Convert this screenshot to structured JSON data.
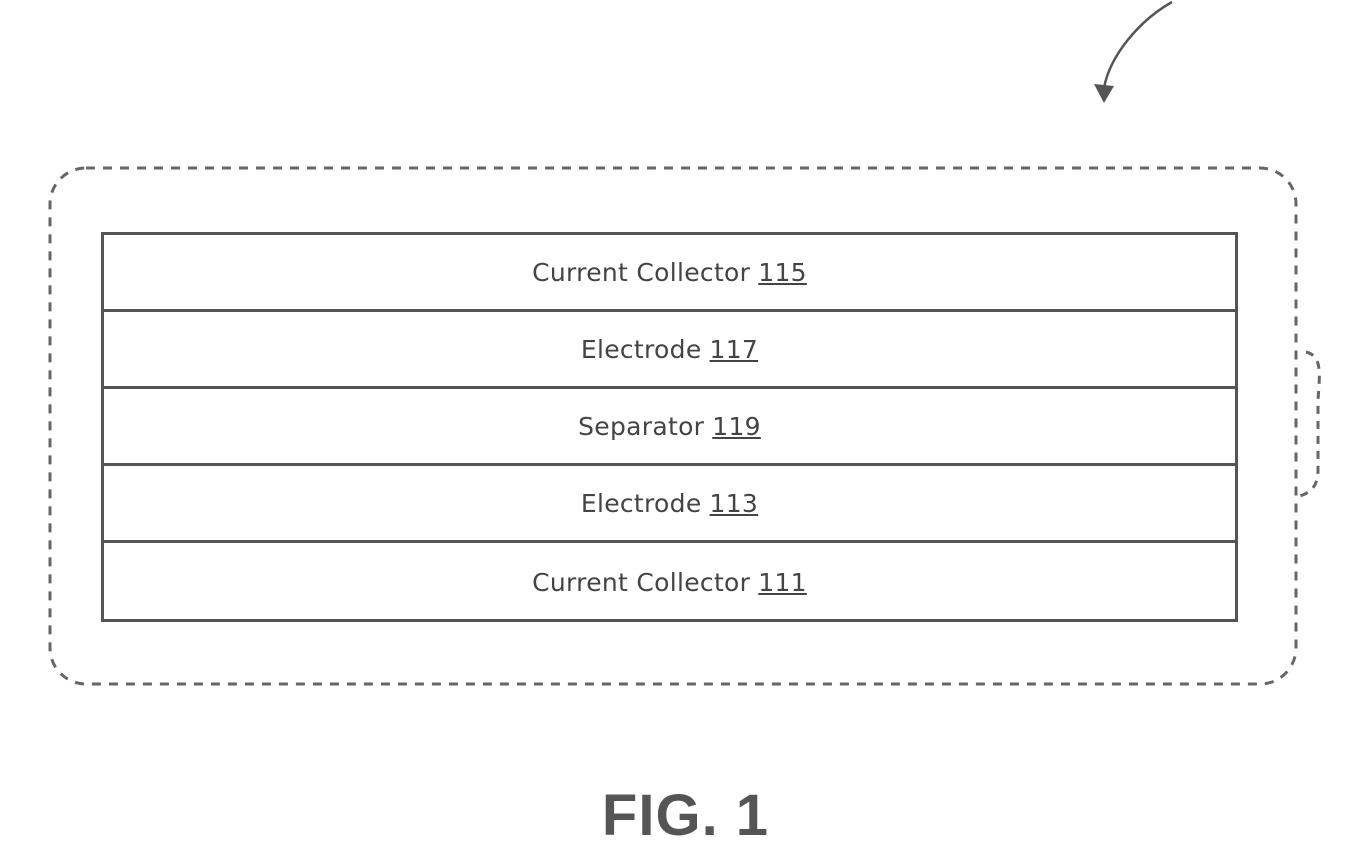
{
  "layers": [
    {
      "name": "Current Collector",
      "ref": "115"
    },
    {
      "name": "Electrode",
      "ref": "117"
    },
    {
      "name": "Separator",
      "ref": "119"
    },
    {
      "name": "Electrode",
      "ref": "113"
    },
    {
      "name": "Current Collector",
      "ref": "111"
    }
  ],
  "caption": "FIG. 1"
}
